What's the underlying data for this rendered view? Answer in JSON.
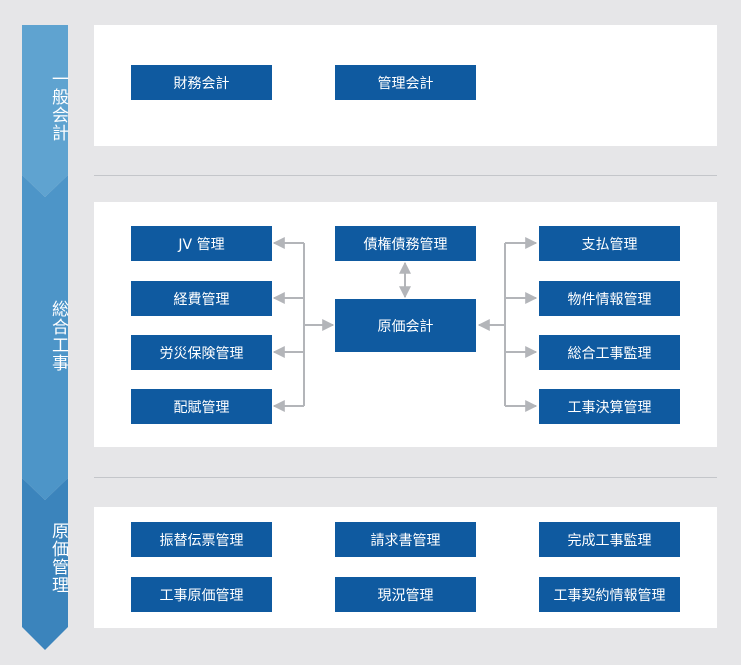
{
  "stages": [
    {
      "id": "general",
      "label": "一般会計"
    },
    {
      "id": "construction",
      "label": "総合工事"
    },
    {
      "id": "cost",
      "label": "原価管理"
    }
  ],
  "general_accounting": {
    "financial": "財務会計",
    "management": "管理会計"
  },
  "construction": {
    "left": [
      "JV 管理",
      "経費管理",
      "労災保険管理",
      "配賦管理"
    ],
    "center_top": "債権債務管理",
    "center": "原価会計",
    "right": [
      "支払管理",
      "物件情報管理",
      "総合工事監理",
      "工事決算管理"
    ]
  },
  "cost_management": {
    "row1": [
      "振替伝票管理",
      "請求書管理",
      "完成工事監理"
    ],
    "row2": [
      "工事原価管理",
      "現況管理",
      "工事契約情報管理"
    ]
  },
  "colors": {
    "box": "#0f5aa0",
    "rail_light": "#5fa3d0",
    "rail_dark": "#3b84bc",
    "connector": "#b3b5b9",
    "divider": "#c4c6ca",
    "background": "#e6e6e8"
  }
}
